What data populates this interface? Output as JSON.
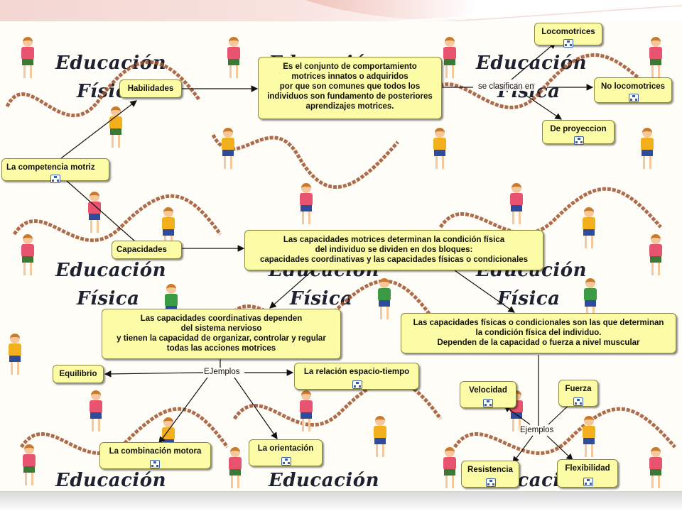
{
  "watermark": {
    "word1": "Educación",
    "word2": "Física"
  },
  "nodes": {
    "habilidades": "Habilidades",
    "competencia": "La competencia motriz",
    "capacidades": "Capacidades",
    "habilidades_def": [
      "Es el conjunto de comportamiento",
      "motrices innatos o adquiridos",
      "por que son comunes que todos los",
      "individuos son fundamento de posteriores",
      "aprendizajes motrices."
    ],
    "locomotrices": "Locomotrices",
    "no_locomotrices": "No locomotrices",
    "proyeccion": "De proyeccion",
    "capacidades_def": [
      "Las capacidades motrices determinan la condición física",
      "del individuo se dividen en dos bloques:",
      "capacidades coordinativas y las capacidades físicas o condicionales"
    ],
    "coordinativas_def": [
      "Las capacidades coordinativas dependen",
      "del sistema nervioso",
      "y tienen la capacidad de organizar, controlar y regular",
      "todas las acciones motrices"
    ],
    "fisicas_def": [
      "Las capacidades físicas o condicionales son las que determinan",
      "la condición física del individuo.",
      "Dependen de la capacidad o fuerza a nivel muscular"
    ],
    "equilibrio": "Equilibrio",
    "espacio_tiempo": "La relación espacio-tiempo",
    "combinacion": "La combinación motora",
    "orientacion": "La orientación",
    "velocidad": "Velocidad",
    "fuerza": "Fuerza",
    "resistencia": "Resistencia",
    "flexibilidad": "Flexibilidad"
  },
  "link_labels": {
    "se_clasifican": "se clasifican en",
    "ejemplos_1": "EJemplos",
    "ejemplos_2": "Ejemplos"
  },
  "colors": {
    "node_fill": "#fdfca6",
    "node_border": "#8a8a3a",
    "line": "#111111"
  }
}
